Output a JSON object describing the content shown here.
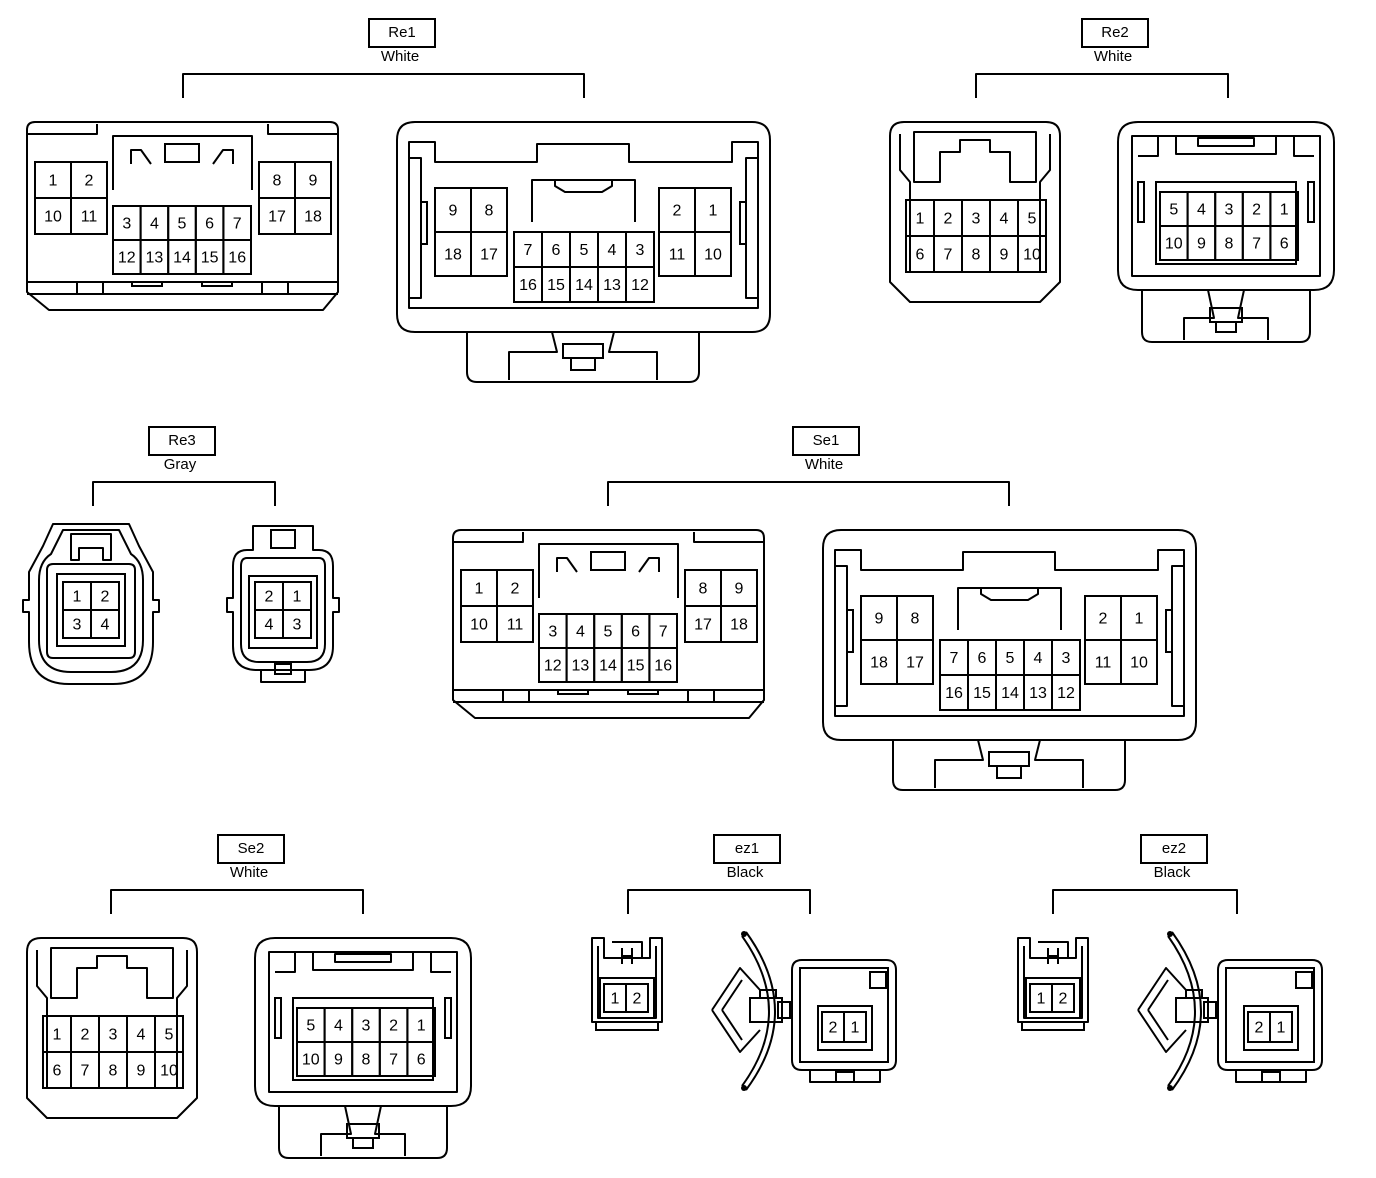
{
  "connectors": [
    {
      "id": "Re1",
      "color": "White",
      "male": {
        "left": [
          "1",
          "2",
          "10",
          "11"
        ],
        "center_top": [
          "3",
          "4",
          "5",
          "6",
          "7"
        ],
        "center_bottom": [
          "12",
          "13",
          "14",
          "15",
          "16"
        ],
        "right": [
          "8",
          "9",
          "17",
          "18"
        ]
      },
      "female": {
        "left": [
          "9",
          "8",
          "18",
          "17"
        ],
        "center_top": [
          "7",
          "6",
          "5",
          "4",
          "3"
        ],
        "center_bottom": [
          "16",
          "15",
          "14",
          "13",
          "12"
        ],
        "right": [
          "2",
          "1",
          "11",
          "10"
        ]
      }
    },
    {
      "id": "Re2",
      "color": "White",
      "male": {
        "top": [
          "1",
          "2",
          "3",
          "4",
          "5"
        ],
        "bottom": [
          "6",
          "7",
          "8",
          "9",
          "10"
        ]
      },
      "female": {
        "top": [
          "5",
          "4",
          "3",
          "2",
          "1"
        ],
        "bottom": [
          "10",
          "9",
          "8",
          "7",
          "6"
        ]
      }
    },
    {
      "id": "Re3",
      "color": "Gray",
      "male": {
        "top": [
          "1",
          "2"
        ],
        "bottom": [
          "3",
          "4"
        ]
      },
      "female": {
        "top": [
          "2",
          "1"
        ],
        "bottom": [
          "4",
          "3"
        ]
      }
    },
    {
      "id": "Se1",
      "color": "White",
      "male": {
        "left": [
          "1",
          "2",
          "10",
          "11"
        ],
        "center_top": [
          "3",
          "4",
          "5",
          "6",
          "7"
        ],
        "center_bottom": [
          "12",
          "13",
          "14",
          "15",
          "16"
        ],
        "right": [
          "8",
          "9",
          "17",
          "18"
        ]
      },
      "female": {
        "left": [
          "9",
          "8",
          "18",
          "17"
        ],
        "center_top": [
          "7",
          "6",
          "5",
          "4",
          "3"
        ],
        "center_bottom": [
          "16",
          "15",
          "14",
          "13",
          "12"
        ],
        "right": [
          "2",
          "1",
          "11",
          "10"
        ]
      }
    },
    {
      "id": "Se2",
      "color": "White",
      "male": {
        "top": [
          "1",
          "2",
          "3",
          "4",
          "5"
        ],
        "bottom": [
          "6",
          "7",
          "8",
          "9",
          "10"
        ]
      },
      "female": {
        "top": [
          "5",
          "4",
          "3",
          "2",
          "1"
        ],
        "bottom": [
          "10",
          "9",
          "8",
          "7",
          "6"
        ]
      }
    },
    {
      "id": "ez1",
      "color": "Black",
      "male": {
        "top": [
          "1",
          "2"
        ]
      },
      "female": {
        "top": [
          "2",
          "1"
        ]
      }
    },
    {
      "id": "ez2",
      "color": "Black",
      "male": {
        "top": [
          "1",
          "2"
        ]
      },
      "female": {
        "top": [
          "2",
          "1"
        ]
      }
    }
  ]
}
